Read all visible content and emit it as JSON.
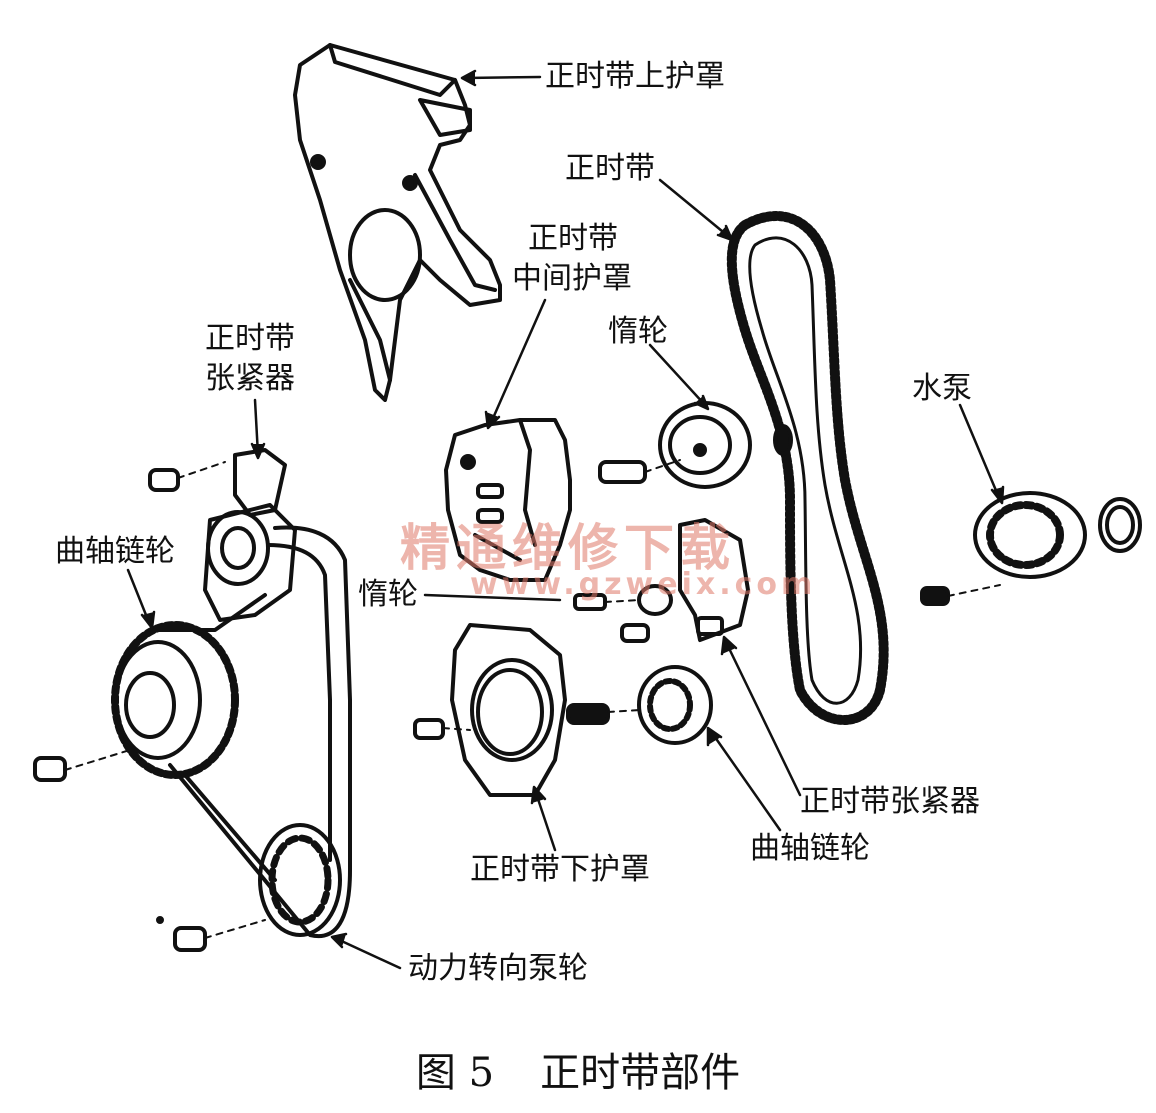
{
  "labels": {
    "upper_cover": "正时带上护罩",
    "belt": "正时带",
    "middle_cover_l1": "正时带",
    "middle_cover_l2": "中间护罩",
    "idler_top": "惰轮",
    "tensioner_left_l1": "正时带",
    "tensioner_left_l2": "张紧器",
    "water_pump": "水泵",
    "crank_sprocket_left": "曲轴链轮",
    "idler_mid": "惰轮",
    "tensioner_right": "正时带张紧器",
    "crank_sprocket_right": "曲轴链轮",
    "lower_cover": "正时带下护罩",
    "ps_pump_pulley": "动力转向泵轮"
  },
  "watermark": {
    "text_cn": "精通维修下载",
    "url": "www.gzweix.com"
  },
  "caption": {
    "figure_no": "图 5",
    "title": "正时带部件"
  },
  "colors": {
    "ink": "#111111",
    "watermark": "#e07a6a"
  }
}
